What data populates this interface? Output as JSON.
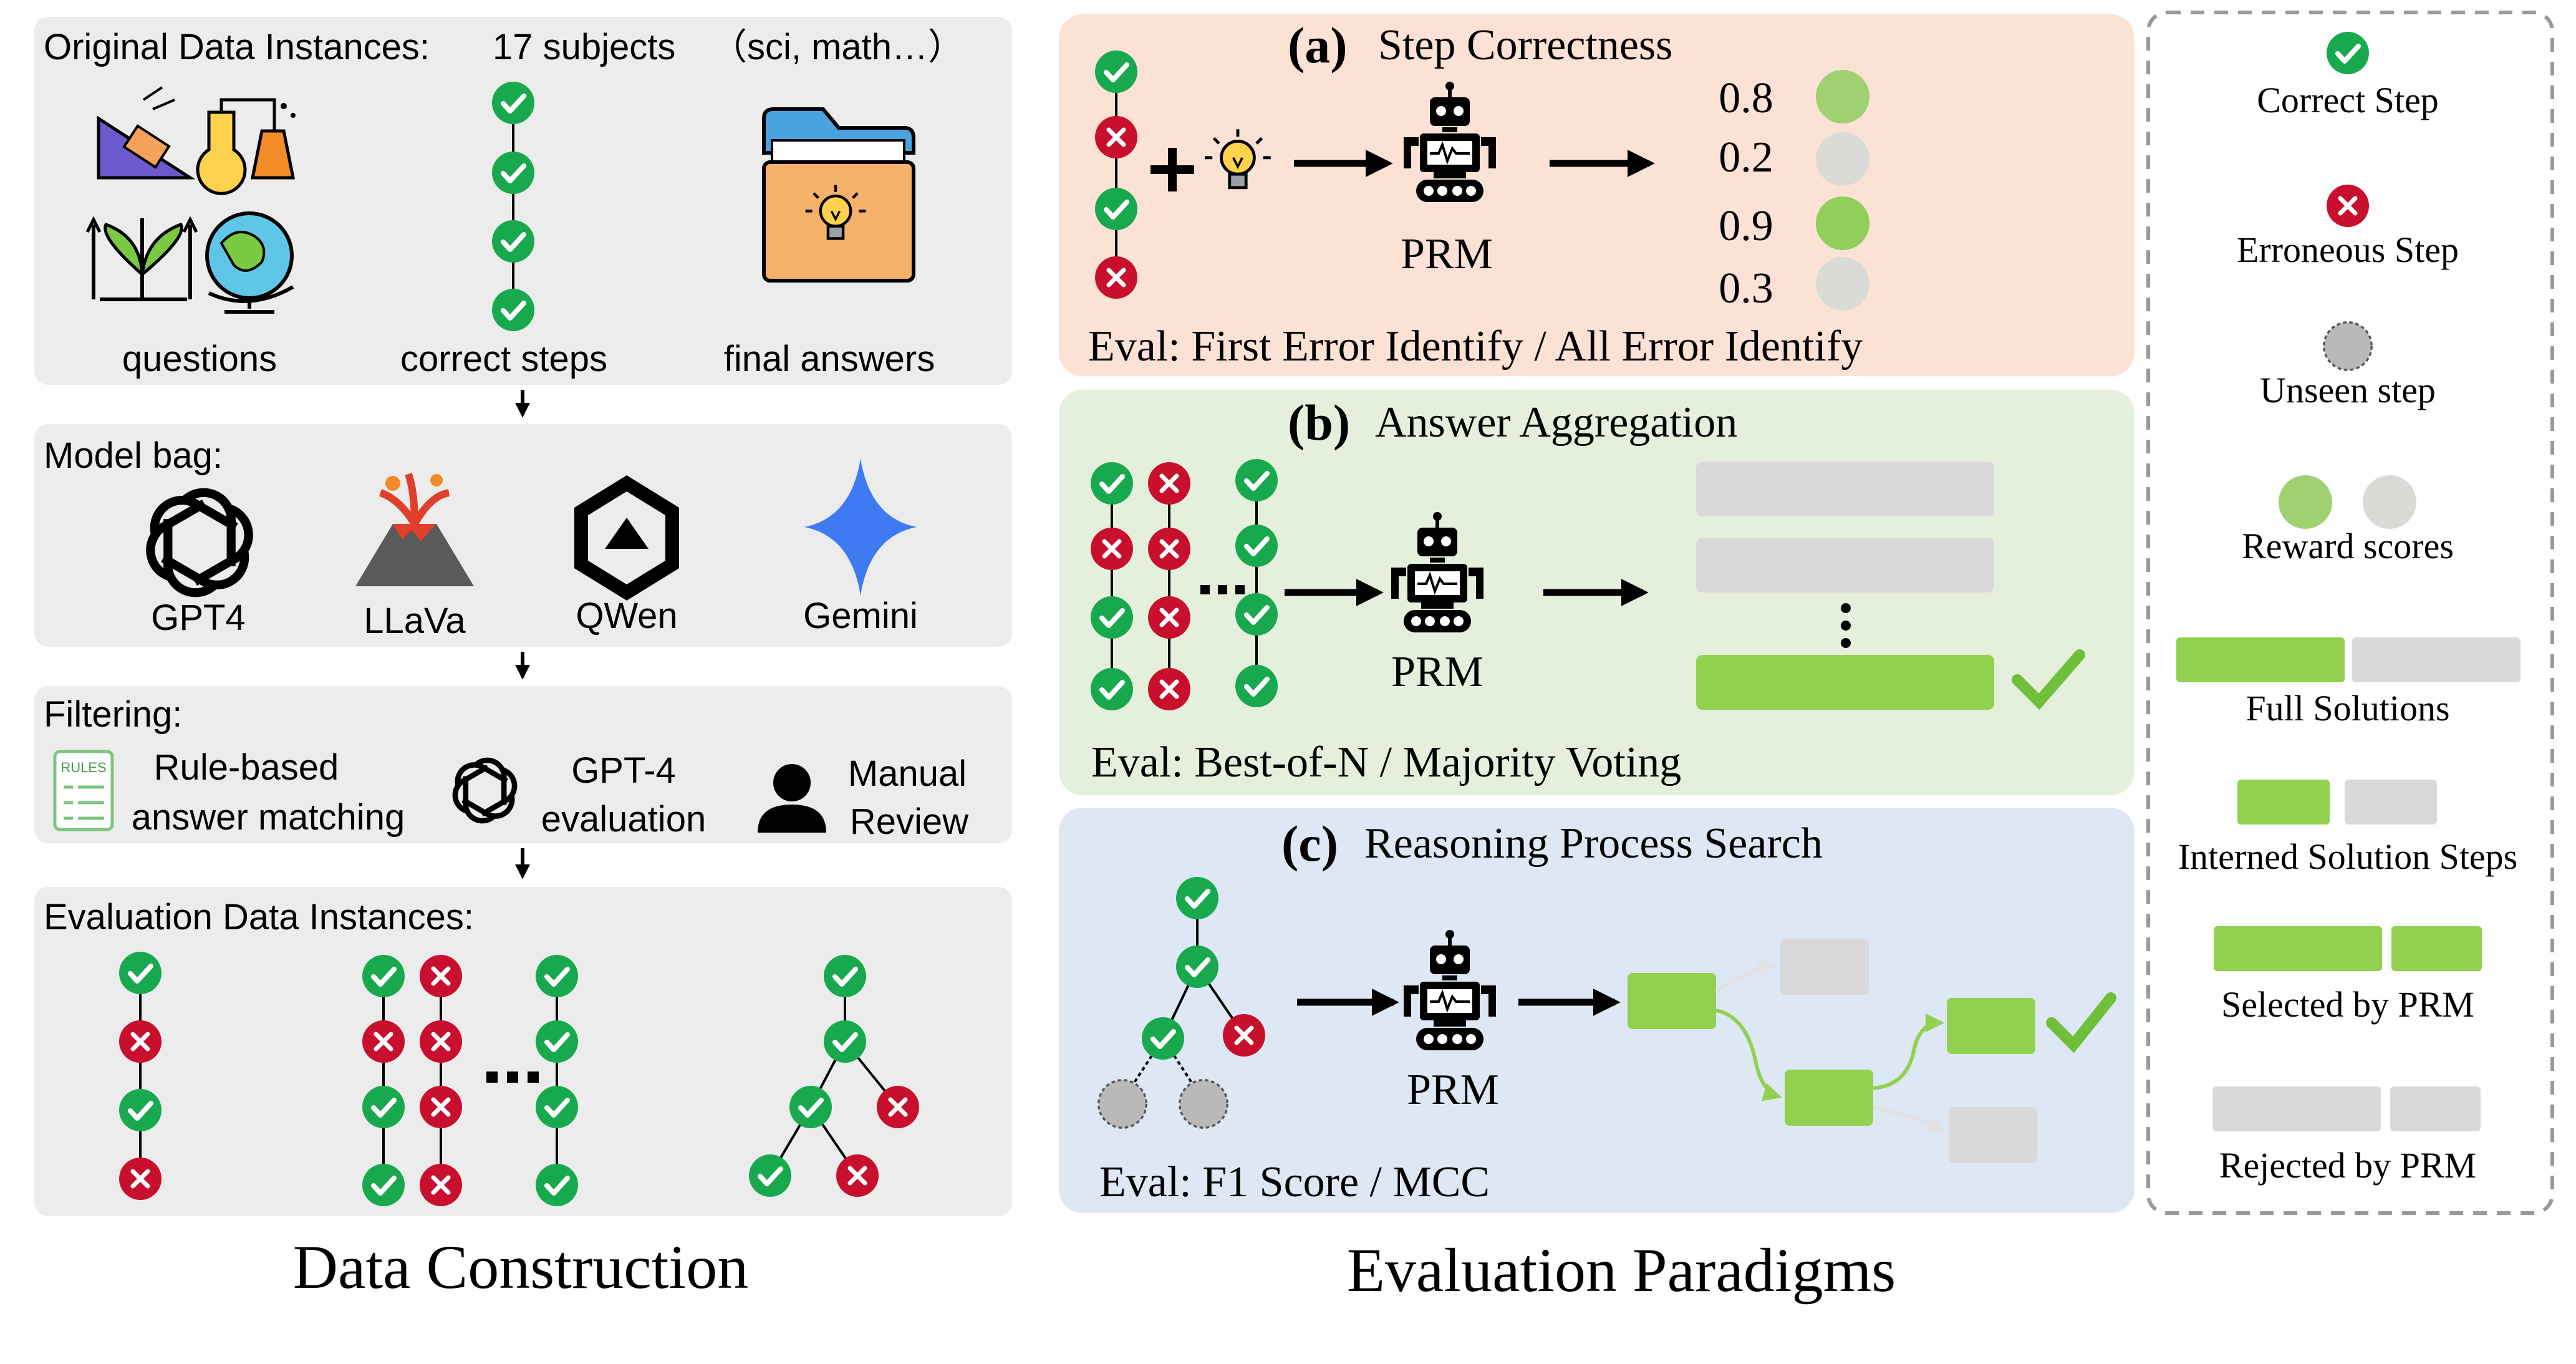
{
  "colors": {
    "correct": "#18a94e",
    "error": "#c8102e",
    "unseen": "#b9b9b9",
    "green_bar": "#92d050",
    "gray_bar": "#d9d9d9",
    "panel_gray": "#ececec",
    "panel_a": "#fbe2d5",
    "panel_b": "#e5f0dc",
    "panel_c": "#dde8f4"
  },
  "left": {
    "title": "Data Construction",
    "original": {
      "label": "Original Data Instances:",
      "subjects": "17 subjects",
      "examples": "（sci, math…）",
      "questions": "questions",
      "correct_steps": "correct steps",
      "final_answers": "final answers"
    },
    "model_bag": {
      "label": "Model bag:",
      "models": [
        "GPT4",
        "LLaVa",
        "QWen",
        "Gemini"
      ],
      "rules_icon_text": "RULES"
    },
    "filtering": {
      "label": "Filtering:",
      "rule_line1": "Rule-based",
      "rule_line2": "answer matching",
      "gpt_line1": "GPT-4",
      "gpt_line2": "evaluation",
      "manual_line1": "Manual",
      "manual_line2": "Review"
    },
    "evaluation": {
      "label": "Evaluation Data Instances:"
    }
  },
  "middle": {
    "title": "Evaluation Paradigms",
    "a": {
      "letter": "(a)",
      "title": "Step Correctness",
      "prm": "PRM",
      "scores": [
        "0.8",
        "0.2",
        "0.9",
        "0.3"
      ],
      "eval": "Eval: First Error Identify / All Error Identify"
    },
    "b": {
      "letter": "(b)",
      "title": "Answer Aggregation",
      "prm": "PRM",
      "eval": "Eval: Best-of-N  / Majority Voting"
    },
    "c": {
      "letter": "(c)",
      "title": "Reasoning Process Search",
      "prm": "PRM",
      "eval": "Eval: F1 Score / MCC"
    }
  },
  "legend": {
    "correct": "Correct Step",
    "erroneous": "Erroneous Step",
    "unseen": "Unseen step",
    "reward": "Reward scores",
    "full": "Full Solutions",
    "interned": "Interned Solution Steps",
    "selected": "Selected by PRM",
    "rejected": "Rejected by PRM"
  }
}
